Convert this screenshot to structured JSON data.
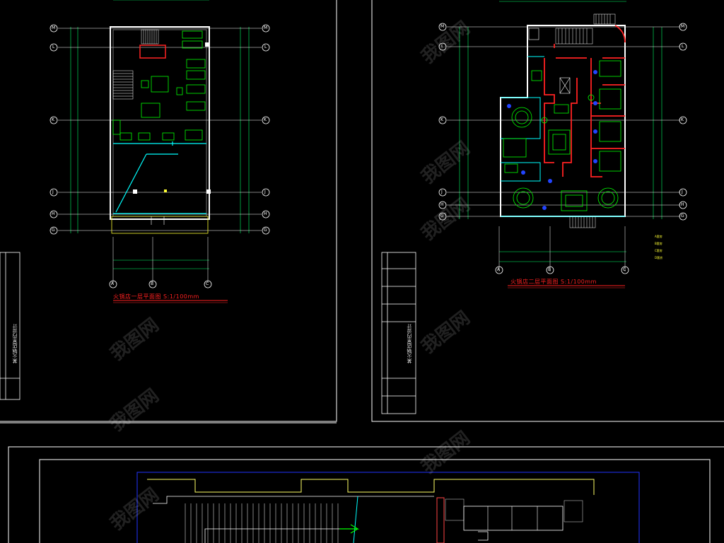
{
  "sheets": {
    "left": {
      "title": "火锅店一层平面图  S:1/100mm",
      "side_text": "某火锅店室内设计"
    },
    "right": {
      "title": "火锅店二层平面图  S:1/100mm",
      "side_text": "某火锅店室内设计"
    }
  },
  "axes": {
    "left_side": [
      "M",
      "L",
      "K",
      "J",
      "H",
      "G"
    ],
    "right_side": [
      "M",
      "L",
      "K",
      "J",
      "H",
      "G"
    ],
    "bottom": [
      "A",
      "B",
      "C"
    ]
  },
  "legend": [
    "A套房",
    "B套房",
    "C套房",
    "D套房"
  ],
  "watermark": "我图网",
  "colors": {
    "background": "#000000",
    "wall": "#ffffff",
    "furniture": "#00ff00",
    "partition": "#ff2222",
    "glass": "#00ffff",
    "dimension": "#00ff66",
    "title": "#ff2020"
  }
}
